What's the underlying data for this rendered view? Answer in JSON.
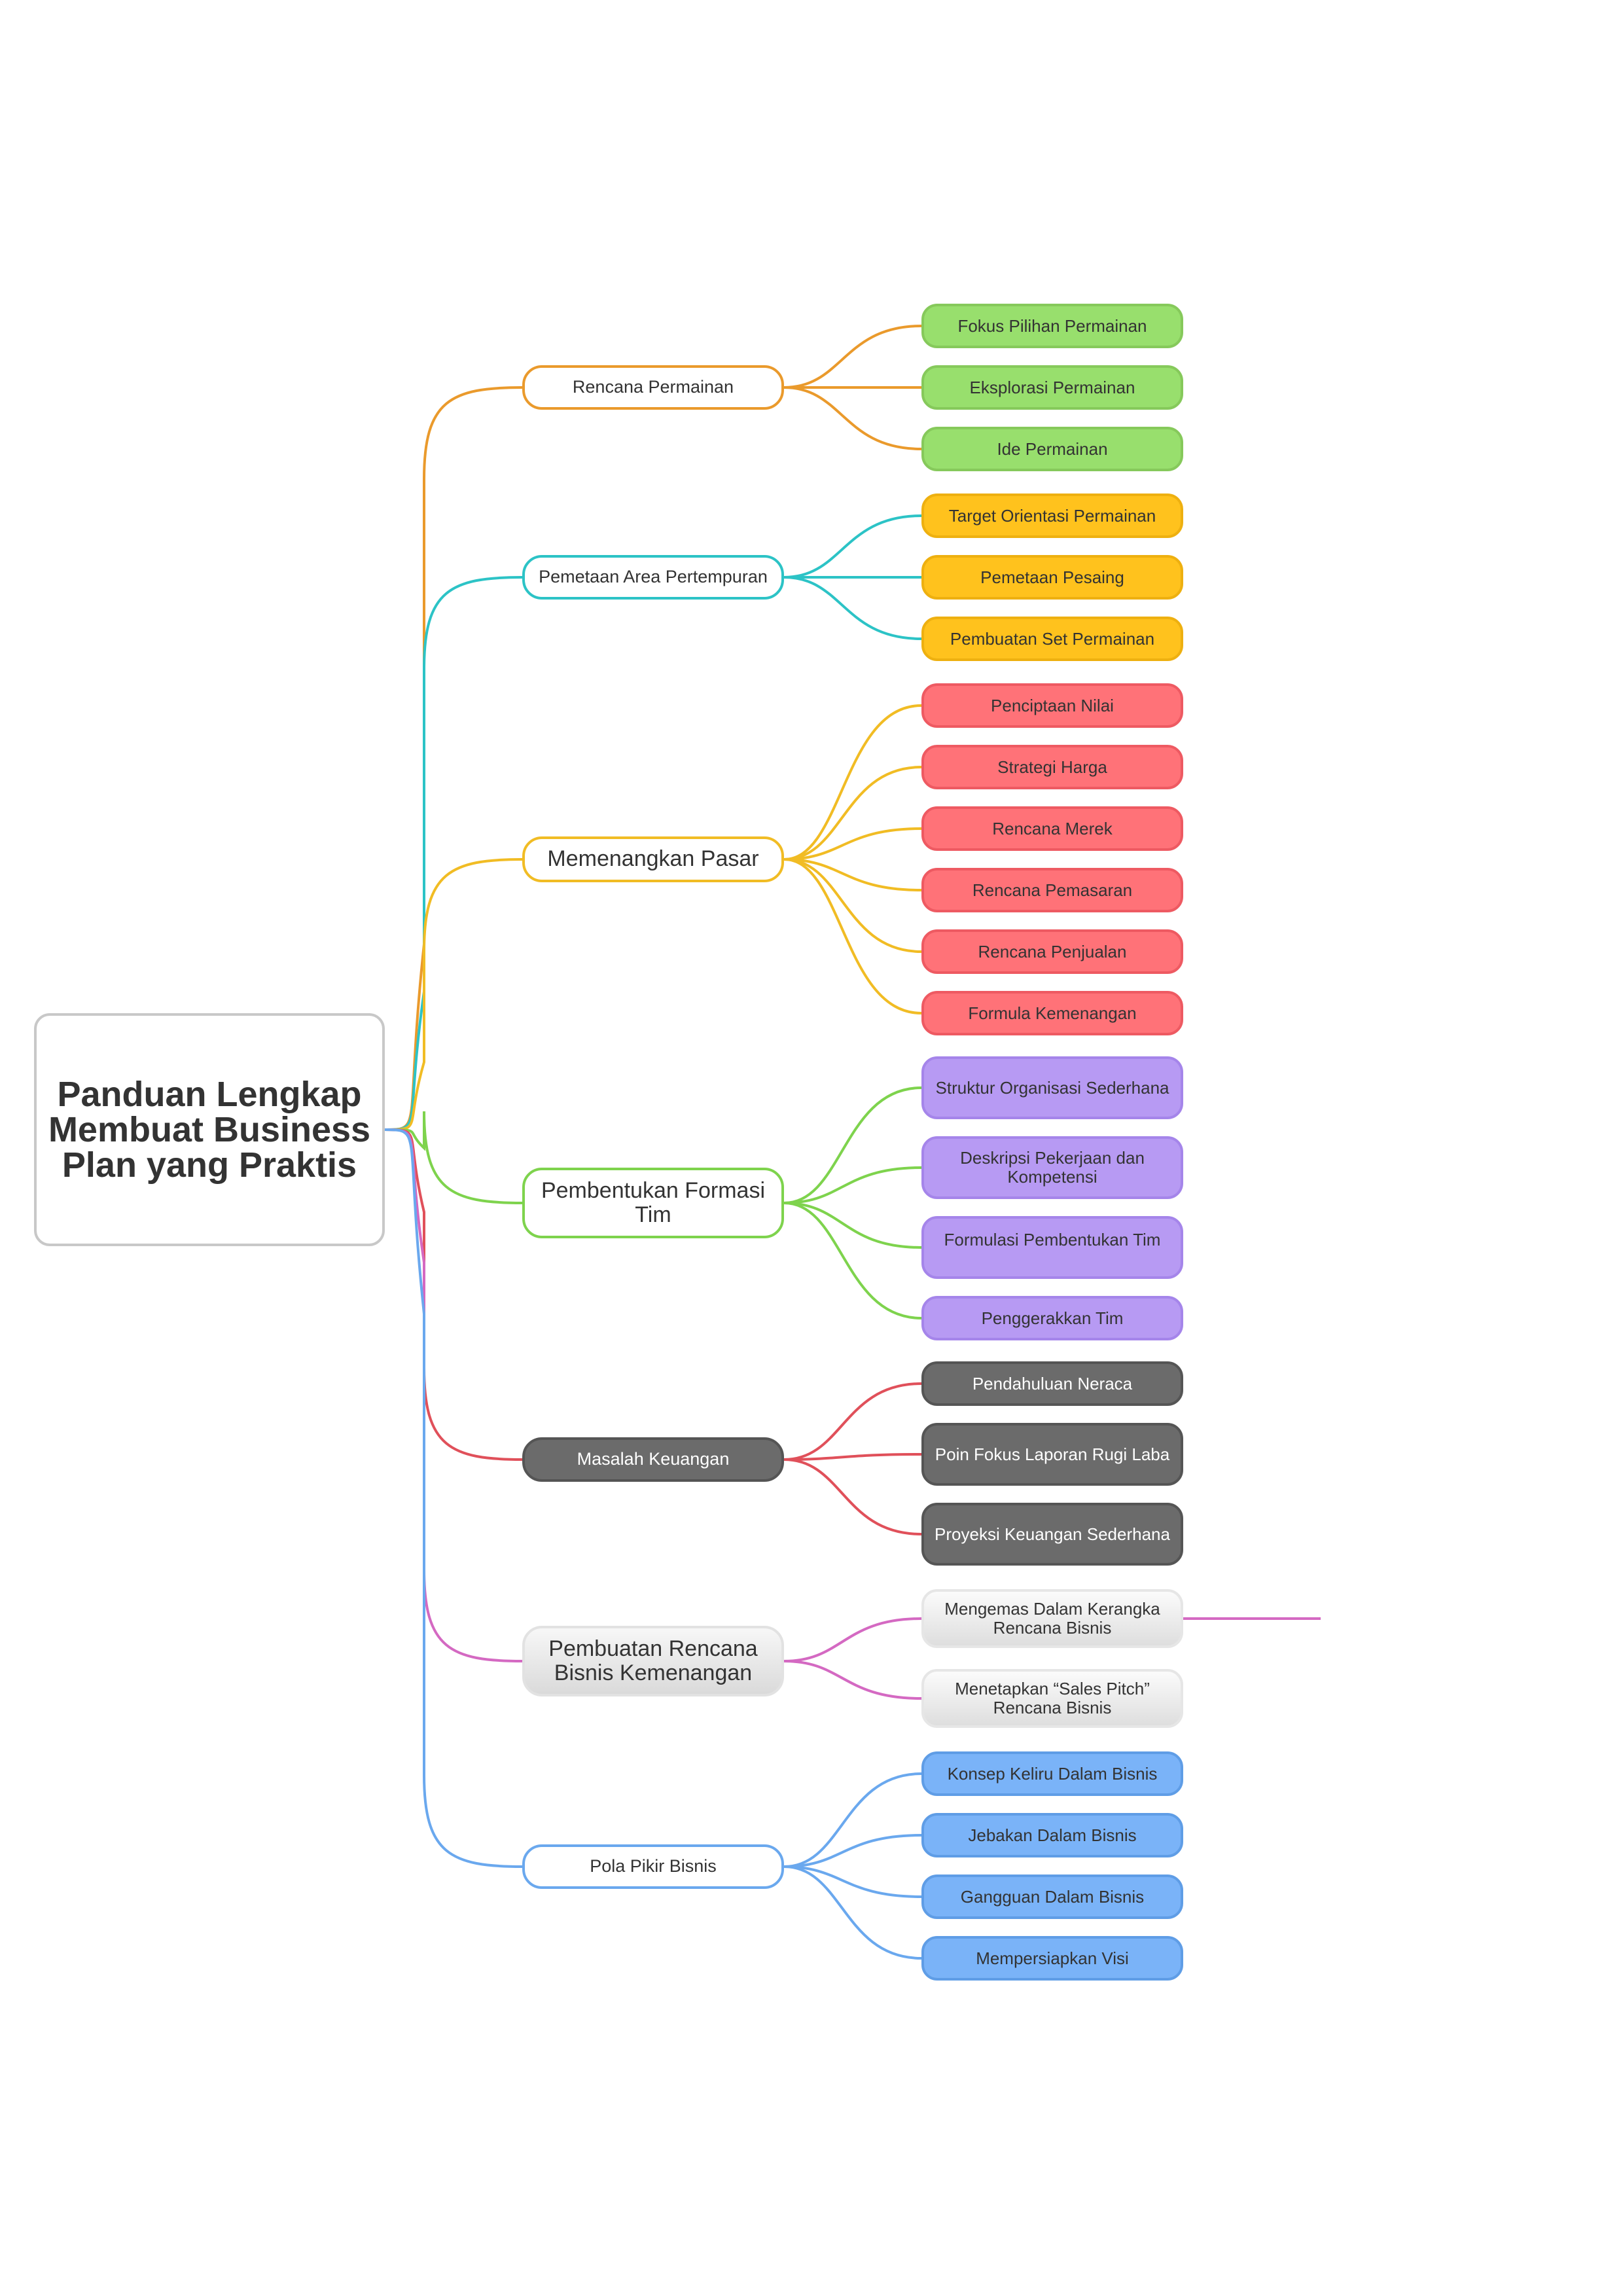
{
  "root": {
    "label": "Panduan Lengkap Membuat Business Plan yang Praktis"
  },
  "branches": [
    {
      "label": "Rencana Permainan",
      "color": "#ea9a2c",
      "children": [
        "Fokus Pilihan Permainan",
        "Eksplorasi Permainan",
        "Ide Permainan"
      ],
      "child_color": "#98df6d"
    },
    {
      "label": "Pemetaan Area Pertempuran",
      "color": "#2cc3c6",
      "children": [
        "Target Orientasi Permainan",
        "Pemetaan Pesaing",
        "Pembuatan Set Permainan"
      ],
      "child_color": "#ffc21d"
    },
    {
      "label": "Memenangkan Pasar",
      "color": "#f1bc24",
      "children": [
        "Penciptaan Nilai",
        "Strategi Harga",
        "Rencana Merek",
        "Rencana Pemasaran",
        "Rencana Penjualan",
        "Formula Kemenangan"
      ],
      "child_color": "#ff7278"
    },
    {
      "label": "Pembentukan Formasi Tim",
      "color": "#7ed34d",
      "children": [
        "Struktur Organisasi Sederhana",
        "Deskripsi Pekerjaan dan Kompetensi",
        "Formulasi Pembentukan Tim",
        "Penggerakkan Tim"
      ],
      "child_color": "#b79af3"
    },
    {
      "label": "Masalah Keuangan",
      "color": "#e0505a",
      "children": [
        "Pendahuluan Neraca",
        "Poin Fokus Laporan Rugi Laba",
        "Proyeksi Keuangan Sederhana"
      ],
      "child_color": "#6b6b6b"
    },
    {
      "label": "Pembuatan Rencana Bisnis Kemenangan",
      "color": "#d469c2",
      "children": [
        "Mengemas Dalam Kerangka Rencana Bisnis",
        "Menetapkan “Sales Pitch” Rencana Bisnis"
      ],
      "child_color": "#e4e4e4"
    },
    {
      "label": "Pola Pikir Bisnis",
      "color": "#6aa8ee",
      "children": [
        "Konsep Keliru Dalam Bisnis",
        "Jebakan Dalam Bisnis",
        "Gangguan Dalam Bisnis",
        "Mempersiapkan Visi"
      ],
      "child_color": "#7ab3f8"
    }
  ]
}
